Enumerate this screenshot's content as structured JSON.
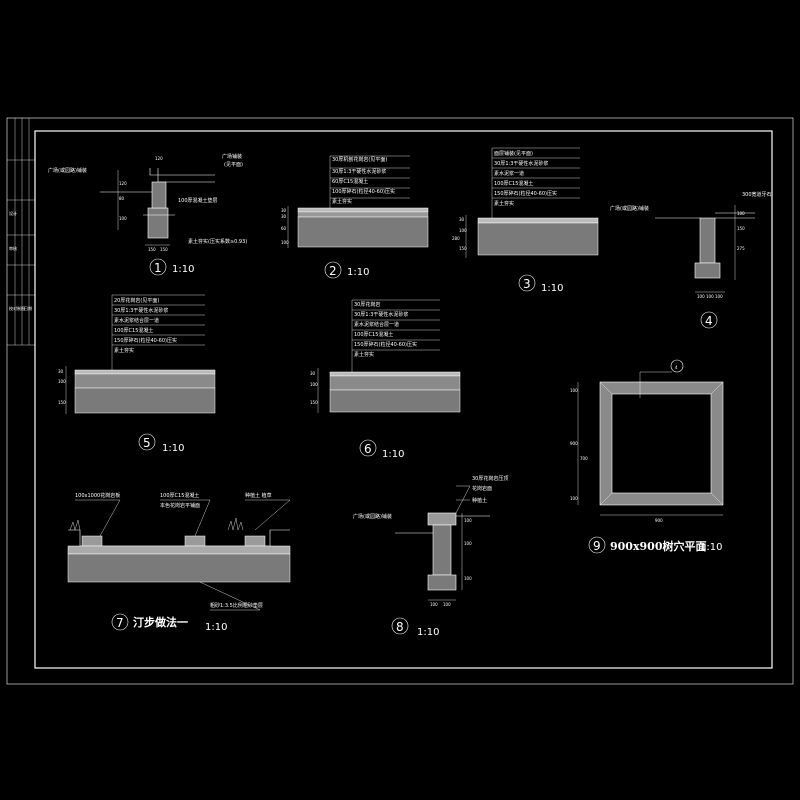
{
  "colors": {
    "background": "#000000",
    "lines": "#ffffff",
    "fill": "#8a8a8a",
    "accent": "#ffffff"
  },
  "title_block": {
    "cells": [
      "设计",
      "审核",
      "校对",
      "制图",
      "日期"
    ]
  },
  "details": [
    {
      "id": "1",
      "scale": "1:10",
      "labels": [
        "广场(或园路)铺装",
        "广场铺装",
        "(见平面)",
        "100厚混凝土垫层",
        "素土夯实(压实系数≥0.93)"
      ],
      "dims": [
        "120",
        "80",
        "100",
        "150",
        "150",
        "120"
      ]
    },
    {
      "id": "2",
      "scale": "1:10",
      "labels": [
        "30厚机刨花岗岩(见平面)",
        "30厚1:3干硬性水泥砂浆",
        "60厚C15混凝土",
        "100厚碎石(粒径40-60)压实",
        "素土夯实"
      ],
      "dims": [
        "30",
        "30",
        "60",
        "100"
      ]
    },
    {
      "id": "3",
      "scale": "1:10",
      "labels": [
        "面层铺装(见平面)",
        "30厚1:3干硬性水泥砂浆",
        "素水泥浆一道",
        "100厚C15混凝土",
        "150厚碎石(粒径40-60)压实",
        "素土夯实"
      ],
      "dims": [
        "30",
        "100",
        "150",
        "280"
      ]
    },
    {
      "id": "4",
      "scale": "",
      "labels": [
        "广场(或园路)铺装",
        "300宽道牙石"
      ],
      "dims": [
        "100",
        "150",
        "275",
        "100",
        "100",
        "100"
      ]
    },
    {
      "id": "5",
      "scale": "1:10",
      "labels": [
        "20厚花岗岩(见平面)",
        "30厚1:3干硬性水泥砂浆",
        "素水泥浆结合层一道",
        "100厚C15混凝土",
        "150厚碎石(粒径40-60)压实",
        "素土夯实"
      ],
      "dims": [
        "30",
        "100",
        "150"
      ]
    },
    {
      "id": "6",
      "scale": "1:10",
      "labels": [
        "30厚花岗岩",
        "30厚1:3干硬性水泥砂浆",
        "素水泥浆结合层一道",
        "100厚C15混凝土",
        "150厚碎石(粒径40-60)压实",
        "素土夯实"
      ],
      "dims": [
        "30",
        "100",
        "150"
      ]
    },
    {
      "id": "7",
      "scale": "1:10",
      "title": "汀步做法一",
      "labels": [
        "100x1000花岗岩板",
        "100厚C15混凝土",
        "本色花岗岩平铺面",
        "种植土 植草",
        "粗砂1:3.5比例粗砂垫层"
      ]
    },
    {
      "id": "8",
      "scale": "1:10",
      "labels": [
        "30厚花岗岩压顶",
        "花岗岩面",
        "广场(或园路)铺装",
        "种植土"
      ],
      "dims": [
        "100",
        "100",
        "100",
        "100",
        "100"
      ]
    },
    {
      "id": "9",
      "scale": "1:10",
      "title": "900x900树穴平面",
      "ref": "4",
      "dims": [
        "900",
        "900",
        "100",
        "100",
        "700"
      ]
    }
  ]
}
